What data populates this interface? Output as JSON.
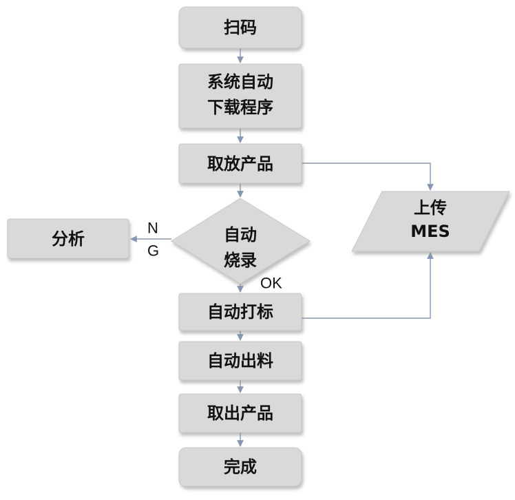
{
  "colors": {
    "box_fill": "#d9d9d9",
    "box_border": "#c6c6c6",
    "shadow": "#9a9a9a",
    "connector": "#8597b0",
    "text": "#111111"
  },
  "nodes": {
    "scan": {
      "lines": [
        "扫码"
      ]
    },
    "download": {
      "lines": [
        "系统自动",
        "下载程序"
      ]
    },
    "pick_product": {
      "lines": [
        "取放产品"
      ]
    },
    "auto_burn": {
      "lines": [
        "自动",
        "烧录"
      ]
    },
    "analysis": {
      "lines": [
        "分析"
      ]
    },
    "upload_mes": {
      "lines": [
        "上传",
        "MES"
      ]
    },
    "auto_mark": {
      "lines": [
        "自动打标"
      ]
    },
    "auto_unload": {
      "lines": [
        "自动出料"
      ]
    },
    "take_out": {
      "lines": [
        "取出产品"
      ]
    },
    "done": {
      "lines": [
        "完成"
      ]
    }
  },
  "edge_labels": {
    "ng_n": "N",
    "ng_g": "G",
    "ok": "OK"
  }
}
